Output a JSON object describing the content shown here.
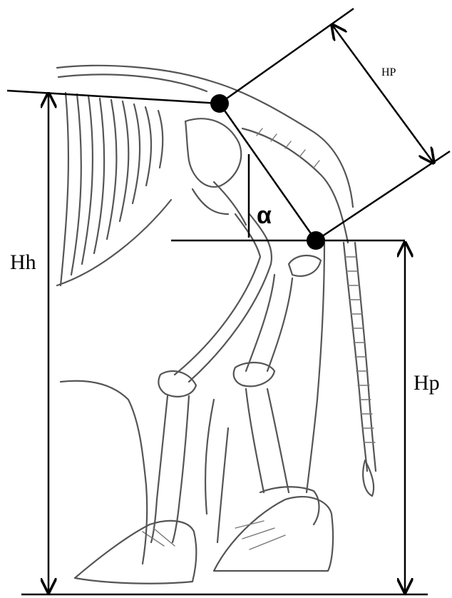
{
  "labels": {
    "hh": "Hh",
    "hp": "Hp",
    "hp_upper": "HP",
    "alpha": "α"
  },
  "colors": {
    "line": "#000000",
    "sketch": "#555555",
    "background": "#ffffff"
  }
}
